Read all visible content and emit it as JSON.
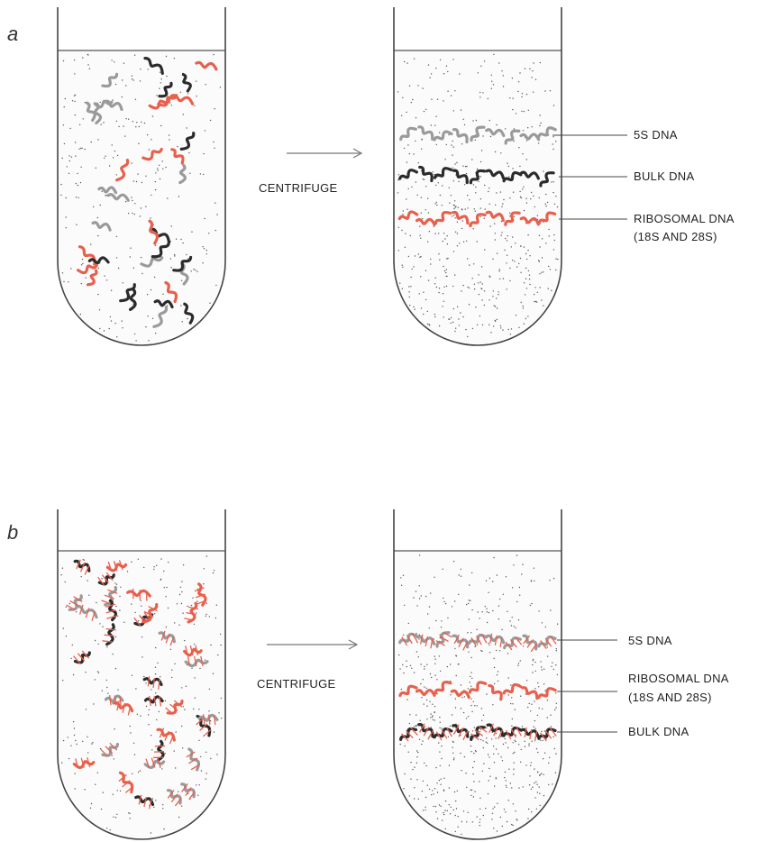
{
  "panels": [
    {
      "letter": "a",
      "arrow_label": "CENTRIFUGE",
      "bands": [
        {
          "label_line1": "5S DNA",
          "label_line2": "",
          "color": "#9a9a9a"
        },
        {
          "label_line1": "BULK DNA",
          "label_line2": "",
          "color": "#2b2b2b"
        },
        {
          "label_line1": "RIBOSOMAL DNA",
          "label_line2": "(18S AND 28S)",
          "color": "#e8604c"
        }
      ]
    },
    {
      "letter": "b",
      "arrow_label": "CENTRIFUGE",
      "bands": [
        {
          "label_line1": "5S DNA",
          "label_line2": "",
          "color": "#9a9a9a"
        },
        {
          "label_line1": "RIBOSOMAL DNA",
          "label_line2": "(18S AND 28S)",
          "color": "#e8604c"
        },
        {
          "label_line1": "BULK DNA",
          "label_line2": "",
          "color": "#2b2b2b"
        }
      ]
    }
  ],
  "colors": {
    "gray_fragment": "#9a9a9a",
    "black_fragment": "#2b2b2b",
    "red_fragment": "#e8604c",
    "tube_outline": "#444444"
  }
}
